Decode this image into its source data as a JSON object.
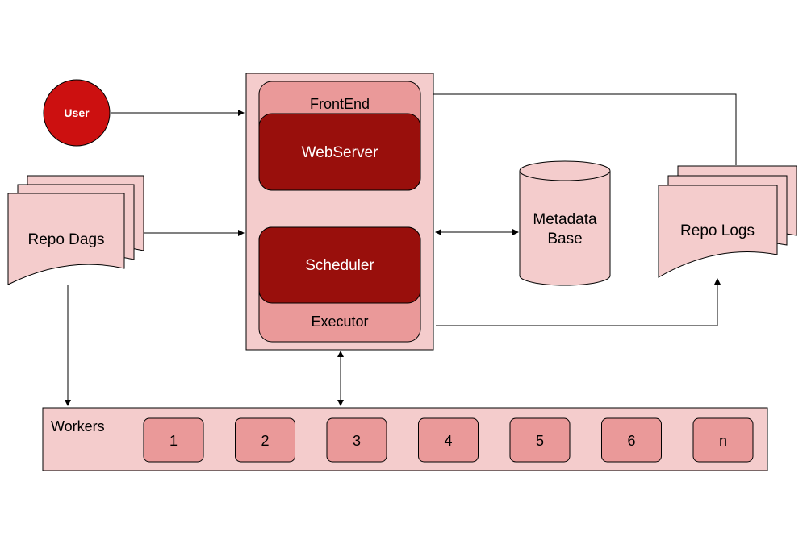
{
  "user": {
    "label": "User"
  },
  "repo_dags": {
    "label": "Repo Dags"
  },
  "repo_logs": {
    "label": "Repo Logs"
  },
  "server": {
    "frontend_label": "FrontEnd",
    "webserver_label": "WebServer",
    "scheduler_label": "Scheduler",
    "executor_label": "Executor"
  },
  "metadata_base": {
    "line1": "Metadata",
    "line2": "Base"
  },
  "workers": {
    "label": "Workers",
    "items": [
      "1",
      "2",
      "3",
      "4",
      "5",
      "6",
      "n"
    ]
  },
  "colors": {
    "light_pink": "#f4cccc",
    "mid_pink": "#ea9999",
    "dark_red": "#990f0c",
    "user_red": "#cc1010",
    "stroke": "#000000"
  }
}
